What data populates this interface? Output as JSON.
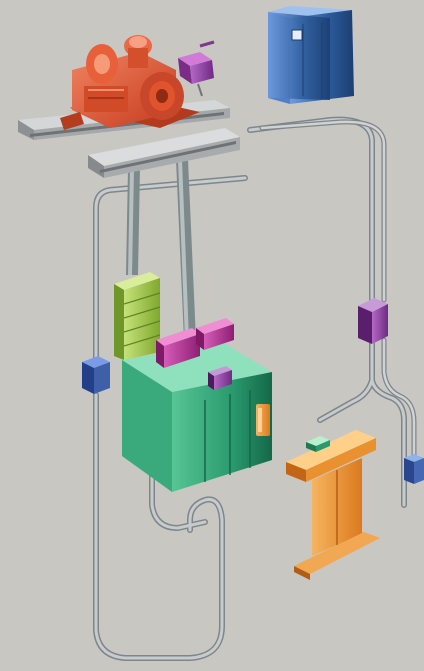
{
  "diagram": {
    "labels": [],
    "colors": {
      "background": "#c9c7c1",
      "beam": "#9ea1a3",
      "cable": "#a9b0b3",
      "machine": "#e0532c",
      "controller": "#2f5f9e",
      "car": "#2a9a6e",
      "counterweight": "#9cc13f",
      "landing_panel": "#e8912e",
      "junction_box": "#8a3aa0",
      "door_operator": "#a8288a",
      "encoder": "#3f5fa8",
      "brake_light": "#f08a28"
    },
    "components": [
      {
        "name": "hoist-machine",
        "icon": "gear-motor-icon"
      },
      {
        "name": "machine-controller",
        "icon": "control-cabinet-icon"
      },
      {
        "name": "overspeed-governor",
        "icon": "governor-icon"
      },
      {
        "name": "elevator-car",
        "icon": "car-icon"
      },
      {
        "name": "counterweight",
        "icon": "counterweight-icon"
      },
      {
        "name": "door-operator",
        "icon": "door-operator-icon"
      },
      {
        "name": "landing-control-panel",
        "icon": "landing-panel-icon"
      },
      {
        "name": "shaft-junction-box",
        "icon": "junction-box-icon"
      },
      {
        "name": "shaft-encoder",
        "icon": "encoder-icon"
      },
      {
        "name": "pit-switch",
        "icon": "switch-icon"
      }
    ]
  }
}
